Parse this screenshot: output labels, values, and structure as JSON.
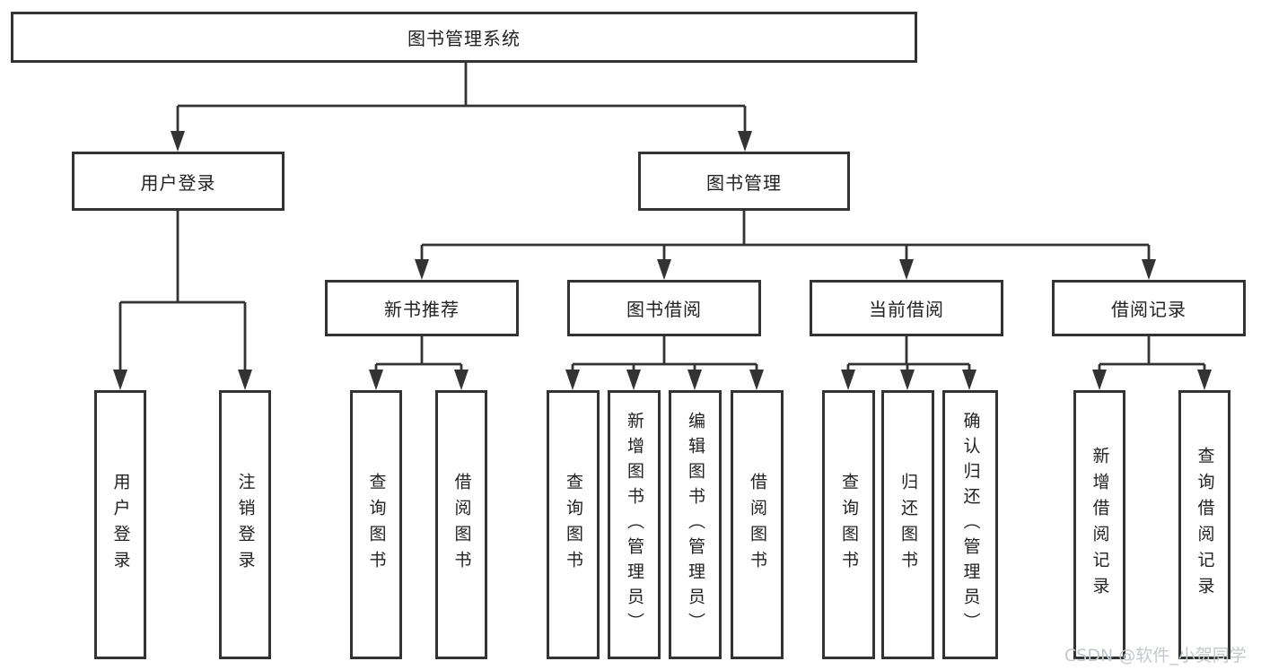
{
  "page": {
    "watermark": "CSDN @软件_小贺同学"
  },
  "colors": {
    "line": "#333333",
    "text": "#222222",
    "background": "#ffffff",
    "watermark": "#c3c7ce"
  },
  "diagram": {
    "type": "hierarchy-tree",
    "root": {
      "label": "图书管理系统",
      "children": [
        {
          "label": "用户登录",
          "children": [
            {
              "label": "用户登录"
            },
            {
              "label": "注销登录"
            }
          ]
        },
        {
          "label": "图书管理",
          "children": [
            {
              "label": "新书推荐",
              "children": [
                {
                  "label": "查询图书"
                },
                {
                  "label": "借阅图书"
                }
              ]
            },
            {
              "label": "图书借阅",
              "children": [
                {
                  "label": "查询图书"
                },
                {
                  "label": "新增图书（管理员）"
                },
                {
                  "label": "编辑图书（管理员）"
                },
                {
                  "label": "借阅图书"
                }
              ]
            },
            {
              "label": "当前借阅",
              "children": [
                {
                  "label": "查询图书"
                },
                {
                  "label": "归还图书"
                },
                {
                  "label": "确认归还（管理员）"
                }
              ]
            },
            {
              "label": "借阅记录",
              "children": [
                {
                  "label": "新增借阅记录"
                },
                {
                  "label": "查询借阅记录"
                }
              ]
            }
          ]
        }
      ]
    }
  }
}
